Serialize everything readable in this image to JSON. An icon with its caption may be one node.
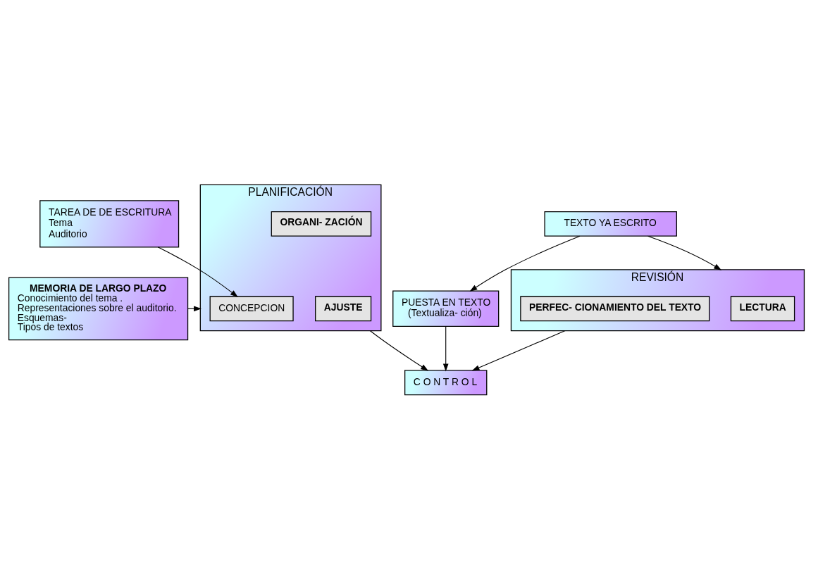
{
  "diagram": {
    "nodes": [
      {
        "text": [
          "TAREA DE DE ESCRITURA",
          "Tema",
          "Auditorio"
        ]
      },
      {
        "text": [
          "TEXTO YA ESCRITO"
        ]
      },
      {
        "text": [
          "MEMORIA DE LARGO PLAZO",
          "Conocimiento del tema .",
          "Representaciones sobre el auditorio.",
          "Esquemas-",
          "Tipos de textos"
        ]
      },
      {
        "text": [
          "PLANIFICACIÓN"
        ]
      },
      {
        "text": [
          "CONCEPCION"
        ],
        "in": 3
      },
      {
        "text": [
          "ORGANI- ZACIÓN"
        ],
        "in": 3
      },
      {
        "text": [
          "AJUSTE"
        ],
        "in": 3
      },
      {
        "text": [
          "PUESTA EN TEXTO",
          "(Textualiza- ción)"
        ]
      },
      {
        "text": [
          "REVISIÓN"
        ]
      },
      {
        "text": [
          "LECTURA"
        ],
        "in": 8
      },
      {
        "text": [
          "PERFEC- CIONAMIENTO DEL TEXTO"
        ],
        "in": 8
      },
      {
        "text": [
          "C O N T R O L"
        ]
      }
    ],
    "edges": [
      {
        "from": 0,
        "to": 4,
        "arrow": "to"
      },
      {
        "from": 1,
        "to": 7,
        "arrow": "to"
      },
      {
        "from": 1,
        "to": 8,
        "arrow": "to"
      },
      {
        "from": 2,
        "to": 3,
        "arrow": "to"
      },
      {
        "from": 3,
        "to": 11,
        "arrow": "to"
      },
      {
        "from": 7,
        "to": 11,
        "arrow": "to"
      },
      {
        "from": 8,
        "to": 11,
        "arrow": "to"
      }
    ]
  }
}
